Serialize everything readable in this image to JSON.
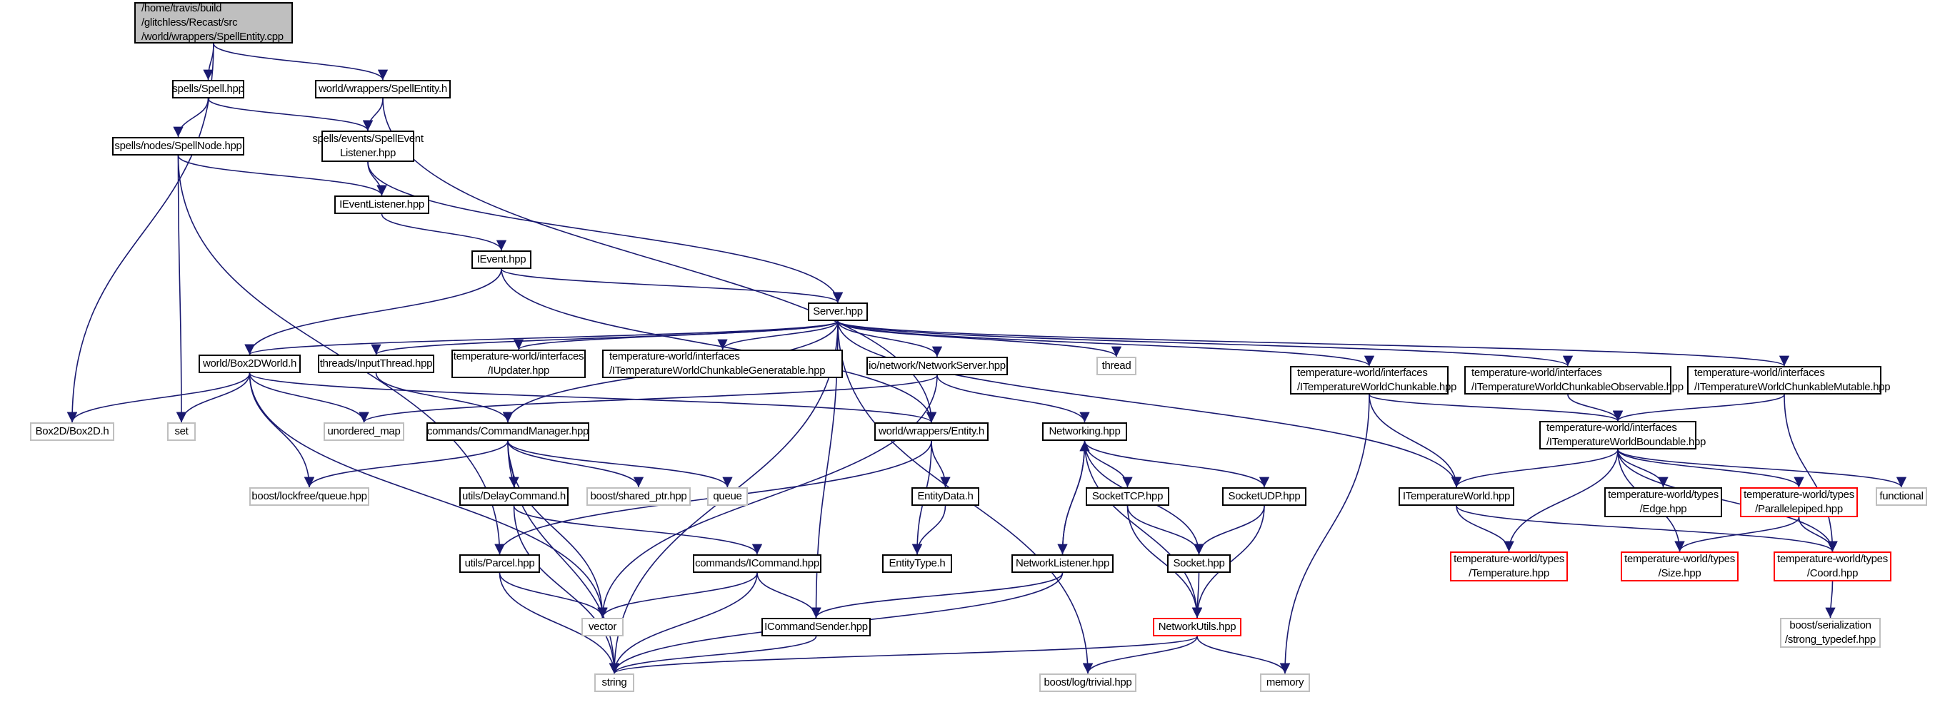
{
  "graph": {
    "edge_color": "#191970",
    "nodes": [
      {
        "id": "root",
        "label": "/home/travis/build\n/glitchless/Recast/src\n/world/wrappers/SpellEntity.cpp",
        "kind": "root"
      },
      {
        "id": "spell",
        "label": "spells/Spell.hpp",
        "kind": "normal"
      },
      {
        "id": "spellentity_h",
        "label": "world/wrappers/SpellEntity.h",
        "kind": "normal"
      },
      {
        "id": "spellnode",
        "label": "spells/nodes/SpellNode.hpp",
        "kind": "normal"
      },
      {
        "id": "spelleventlistener",
        "label": "spells/events/SpellEvent\nListener.hpp",
        "kind": "normal"
      },
      {
        "id": "ieventlistener",
        "label": "IEventListener.hpp",
        "kind": "normal"
      },
      {
        "id": "ievent",
        "label": "IEvent.hpp",
        "kind": "normal"
      },
      {
        "id": "server",
        "label": "Server.hpp",
        "kind": "normal"
      },
      {
        "id": "box2dworld",
        "label": "world/Box2DWorld.h",
        "kind": "normal"
      },
      {
        "id": "inputthread",
        "label": "threads/InputThread.hpp",
        "kind": "normal"
      },
      {
        "id": "iupdater",
        "label": "temperature-world/interfaces\n/IUpdater.hpp",
        "kind": "normal"
      },
      {
        "id": "chunkgen",
        "label": "temperature-world/interfaces\n/ITemperatureWorldChunkableGeneratable.hpp",
        "kind": "normal"
      },
      {
        "id": "networkserver",
        "label": "io/network/NetworkServer.hpp",
        "kind": "normal"
      },
      {
        "id": "thread",
        "label": "thread",
        "kind": "system"
      },
      {
        "id": "chunkable",
        "label": "temperature-world/interfaces\n/ITemperatureWorldChunkable.hpp",
        "kind": "normal"
      },
      {
        "id": "chunkobs",
        "label": "temperature-world/interfaces\n/ITemperatureWorldChunkableObservable.hpp",
        "kind": "normal"
      },
      {
        "id": "chunkmut",
        "label": "temperature-world/interfaces\n/ITemperatureWorldChunkableMutable.hpp",
        "kind": "normal"
      },
      {
        "id": "box2d",
        "label": "Box2D/Box2D.h",
        "kind": "system"
      },
      {
        "id": "set",
        "label": "set",
        "kind": "system"
      },
      {
        "id": "unordered_map",
        "label": "unordered_map",
        "kind": "system"
      },
      {
        "id": "cmdmanager",
        "label": "commands/CommandManager.hpp",
        "kind": "normal"
      },
      {
        "id": "entity",
        "label": "world/wrappers/Entity.h",
        "kind": "normal"
      },
      {
        "id": "networking",
        "label": "Networking.hpp",
        "kind": "normal"
      },
      {
        "id": "boundable",
        "label": "temperature-world/interfaces\n/ITemperatureWorldBoundable.hpp",
        "kind": "normal"
      },
      {
        "id": "lockfree",
        "label": "boost/lockfree/queue.hpp",
        "kind": "system"
      },
      {
        "id": "delaycmd",
        "label": "utils/DelayCommand.h",
        "kind": "normal"
      },
      {
        "id": "sharedptr",
        "label": "boost/shared_ptr.hpp",
        "kind": "system"
      },
      {
        "id": "queue",
        "label": "queue",
        "kind": "system"
      },
      {
        "id": "entitydata",
        "label": "EntityData.h",
        "kind": "normal"
      },
      {
        "id": "sockettcp",
        "label": "SocketTCP.hpp",
        "kind": "normal"
      },
      {
        "id": "socketudp",
        "label": "SocketUDP.hpp",
        "kind": "normal"
      },
      {
        "id": "itempworld",
        "label": "ITemperatureWorld.hpp",
        "kind": "normal"
      },
      {
        "id": "edge",
        "label": "temperature-world/types\n/Edge.hpp",
        "kind": "normal"
      },
      {
        "id": "parallelepiped",
        "label": "temperature-world/types\n/Parallelepiped.hpp",
        "kind": "incomplete"
      },
      {
        "id": "functional",
        "label": "functional",
        "kind": "system"
      },
      {
        "id": "parcel",
        "label": "utils/Parcel.hpp",
        "kind": "normal"
      },
      {
        "id": "icommand",
        "label": "commands/ICommand.hpp",
        "kind": "normal"
      },
      {
        "id": "entitytype",
        "label": "EntityType.h",
        "kind": "normal"
      },
      {
        "id": "networklistener",
        "label": "NetworkListener.hpp",
        "kind": "normal"
      },
      {
        "id": "socket",
        "label": "Socket.hpp",
        "kind": "normal"
      },
      {
        "id": "temperature",
        "label": "temperature-world/types\n/Temperature.hpp",
        "kind": "incomplete"
      },
      {
        "id": "size",
        "label": "temperature-world/types\n/Size.hpp",
        "kind": "incomplete"
      },
      {
        "id": "coord",
        "label": "temperature-world/types\n/Coord.hpp",
        "kind": "incomplete"
      },
      {
        "id": "vector",
        "label": "vector",
        "kind": "system"
      },
      {
        "id": "icmdsender",
        "label": "ICommandSender.hpp",
        "kind": "normal"
      },
      {
        "id": "networkutils",
        "label": "NetworkUtils.hpp",
        "kind": "incomplete"
      },
      {
        "id": "strongtypedef",
        "label": "boost/serialization\n/strong_typedef.hpp",
        "kind": "system"
      },
      {
        "id": "string",
        "label": "string",
        "kind": "system"
      },
      {
        "id": "logtrivial",
        "label": "boost/log/trivial.hpp",
        "kind": "system"
      },
      {
        "id": "memory",
        "label": "memory",
        "kind": "system"
      }
    ],
    "edges": [
      [
        "root",
        "spell"
      ],
      [
        "root",
        "spellentity_h"
      ],
      [
        "root",
        "box2d"
      ],
      [
        "spell",
        "spellnode"
      ],
      [
        "spell",
        "spelleventlistener"
      ],
      [
        "spellentity_h",
        "spelleventlistener"
      ],
      [
        "spellentity_h",
        "entity"
      ],
      [
        "spellnode",
        "ieventlistener"
      ],
      [
        "spellnode",
        "set"
      ],
      [
        "spellnode",
        "parcel"
      ],
      [
        "spelleventlistener",
        "ieventlistener"
      ],
      [
        "spelleventlistener",
        "server"
      ],
      [
        "ieventlistener",
        "ievent"
      ],
      [
        "ievent",
        "server"
      ],
      [
        "ievent",
        "box2dworld"
      ],
      [
        "ievent",
        "entity"
      ],
      [
        "server",
        "box2dworld"
      ],
      [
        "server",
        "inputthread"
      ],
      [
        "server",
        "iupdater"
      ],
      [
        "server",
        "chunkgen"
      ],
      [
        "server",
        "networkserver"
      ],
      [
        "server",
        "thread"
      ],
      [
        "server",
        "chunkable"
      ],
      [
        "server",
        "chunkobs"
      ],
      [
        "server",
        "chunkmut"
      ],
      [
        "server",
        "cmdmanager"
      ],
      [
        "server",
        "string"
      ],
      [
        "server",
        "icmdsender"
      ],
      [
        "server",
        "itempworld"
      ],
      [
        "server",
        "logtrivial"
      ],
      [
        "box2dworld",
        "box2d"
      ],
      [
        "box2dworld",
        "set"
      ],
      [
        "box2dworld",
        "unordered_map"
      ],
      [
        "box2dworld",
        "lockfree"
      ],
      [
        "box2dworld",
        "vector"
      ],
      [
        "box2dworld",
        "entity"
      ],
      [
        "inputthread",
        "cmdmanager"
      ],
      [
        "networkserver",
        "unordered_map"
      ],
      [
        "networkserver",
        "networking"
      ],
      [
        "networkserver",
        "vector"
      ],
      [
        "cmdmanager",
        "lockfree"
      ],
      [
        "cmdmanager",
        "delaycmd"
      ],
      [
        "cmdmanager",
        "sharedptr"
      ],
      [
        "cmdmanager",
        "queue"
      ],
      [
        "cmdmanager",
        "vector"
      ],
      [
        "cmdmanager",
        "string"
      ],
      [
        "delaycmd",
        "icommand"
      ],
      [
        "delaycmd",
        "string"
      ],
      [
        "entity",
        "entitydata"
      ],
      [
        "entity",
        "entitytype"
      ],
      [
        "entity",
        "parcel"
      ],
      [
        "entitydata",
        "entitytype"
      ],
      [
        "networking",
        "sockettcp"
      ],
      [
        "networking",
        "socketudp"
      ],
      [
        "networking",
        "socket"
      ],
      [
        "networking",
        "networklistener"
      ],
      [
        "networking",
        "networkutils"
      ],
      [
        "networklistener",
        "networking"
      ],
      [
        "networklistener",
        "icmdsender"
      ],
      [
        "networklistener",
        "string"
      ],
      [
        "sockettcp",
        "socket"
      ],
      [
        "sockettcp",
        "networkutils"
      ],
      [
        "socketudp",
        "socket"
      ],
      [
        "socketudp",
        "networkutils"
      ],
      [
        "socket",
        "networkutils"
      ],
      [
        "networkutils",
        "string"
      ],
      [
        "networkutils",
        "logtrivial"
      ],
      [
        "networkutils",
        "memory"
      ],
      [
        "icommand",
        "vector"
      ],
      [
        "icommand",
        "string"
      ],
      [
        "icommand",
        "icmdsender"
      ],
      [
        "icmdsender",
        "string"
      ],
      [
        "parcel",
        "vector"
      ],
      [
        "parcel",
        "string"
      ],
      [
        "chunkable",
        "boundable"
      ],
      [
        "chunkable",
        "itempworld"
      ],
      [
        "chunkable",
        "memory"
      ],
      [
        "chunkobs",
        "boundable"
      ],
      [
        "chunkmut",
        "boundable"
      ],
      [
        "chunkmut",
        "coord"
      ],
      [
        "boundable",
        "itempworld"
      ],
      [
        "boundable",
        "edge"
      ],
      [
        "boundable",
        "parallelepiped"
      ],
      [
        "boundable",
        "functional"
      ],
      [
        "boundable",
        "temperature"
      ],
      [
        "boundable",
        "size"
      ],
      [
        "boundable",
        "coord"
      ],
      [
        "itempworld",
        "temperature"
      ],
      [
        "itempworld",
        "coord"
      ],
      [
        "parallelepiped",
        "size"
      ],
      [
        "parallelepiped",
        "coord"
      ],
      [
        "coord",
        "strongtypedef"
      ]
    ]
  }
}
